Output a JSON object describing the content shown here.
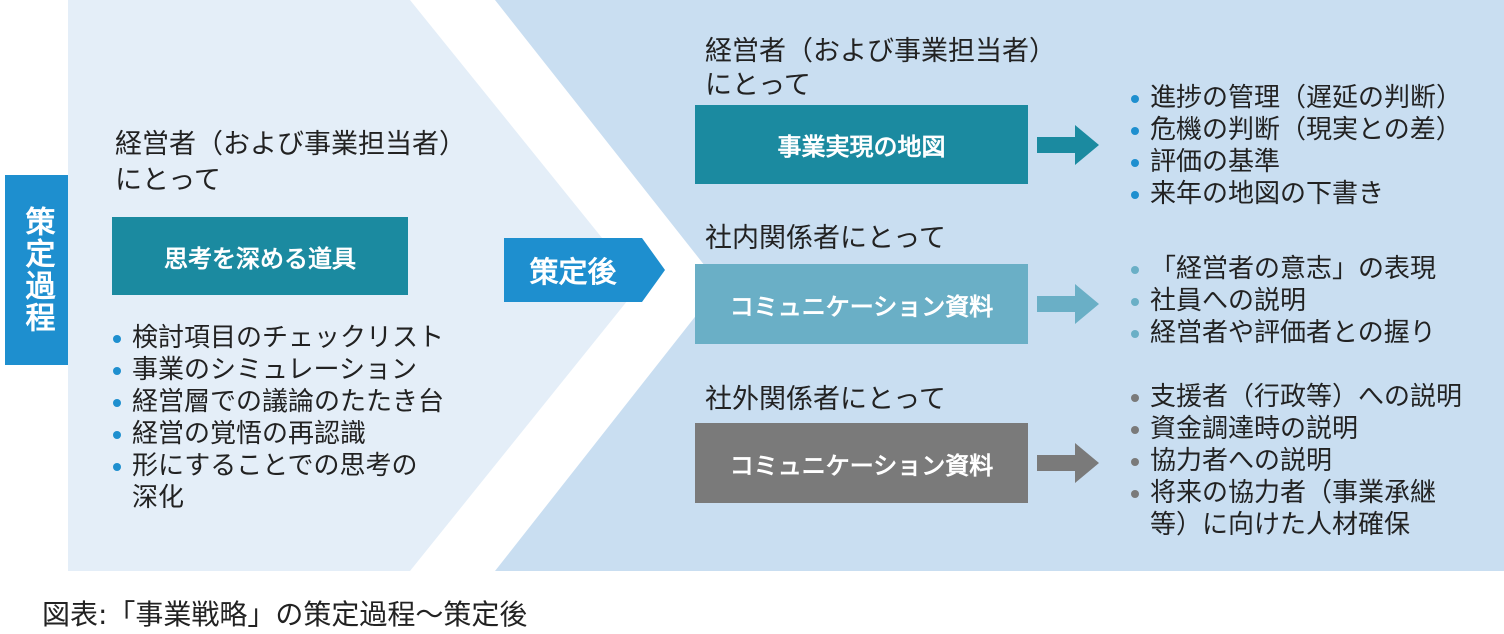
{
  "left_panel": {
    "vertical_label": "策定過程",
    "heading_line1": "経営者（および事業担当者）",
    "heading_line2": "にとって",
    "tool_box": "思考を深める道具",
    "bullets": [
      "検討項目のチェックリスト",
      "事業のシミュレーション",
      "経営層での議論のたたき台",
      "経営の覚悟の再認識",
      "形にすることでの思考の",
      "深化"
    ]
  },
  "center_label": "策定後",
  "sections": [
    {
      "heading_line1": "経営者（および事業担当者）",
      "heading_line2": "にとって",
      "box": "事業実現の地図",
      "bullets": [
        "進捗の管理（遅延の判断）",
        "危機の判断（現実との差）",
        "評価の基準",
        "来年の地図の下書き"
      ]
    },
    {
      "heading_line1": "社内関係者にとって",
      "box": "コミュニケーション資料",
      "bullets": [
        "「経営者の意志」の表現",
        "社員への説明",
        "経営者や評価者との握り"
      ]
    },
    {
      "heading_line1": "社外関係者にとって",
      "box": "コミュニケーション資料",
      "bullets": [
        "支援者（行政等）への説明",
        "資金調達時の説明",
        "協力者への説明",
        "将来の協力者（事業承継",
        "等）に向けた人材確保"
      ]
    }
  ],
  "caption": "図表:「事業戦略」の策定過程～策定後",
  "colors": {
    "left_bg": "#e4eef8",
    "right_bg": "#c9def1",
    "accent_blue": "#1e8fcf",
    "box_teal": "#1b8aa0",
    "box_light": "#6aafc6",
    "box_gray": "#7a7a7a",
    "arrow_teal": "#1b8aa0",
    "arrow_light": "#6aafc6",
    "arrow_gray": "#7a7a7a"
  }
}
